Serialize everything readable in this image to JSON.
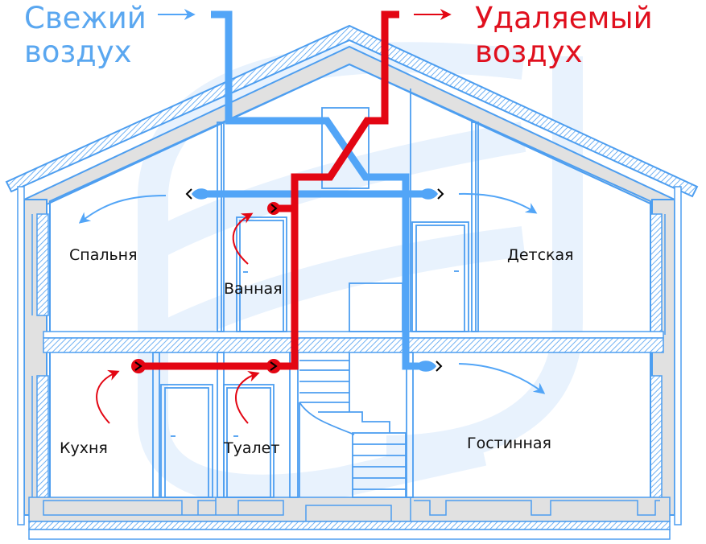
{
  "colors": {
    "fresh_air": "#52a5f7",
    "exhaust_air": "#e30613",
    "outline": "#4d9ef0",
    "wall_fill": "#e1e1e1",
    "watermark": "#e8f2fd",
    "room_text": "#111111"
  },
  "legend": {
    "fresh": {
      "line1": "Свежий",
      "line2": "воздух",
      "arrow_icon": "arrow-right-icon"
    },
    "exhaust": {
      "line1": "Удаляемый",
      "line2": "воздух",
      "arrow_icon": "arrow-right-icon"
    }
  },
  "rooms": {
    "bedroom": "Спальня",
    "bathroom": "Ванная",
    "kids_room": "Детская",
    "kitchen": "Кухня",
    "toilet": "Туалет",
    "living_room": "Гостинная"
  },
  "icons": {
    "supply_vent": "supply-diffuser-icon",
    "exhaust_vent": "exhaust-grille-icon",
    "airflow_arrow": "curved-arrow-icon",
    "recuperator": "heat-exchanger-icon"
  }
}
